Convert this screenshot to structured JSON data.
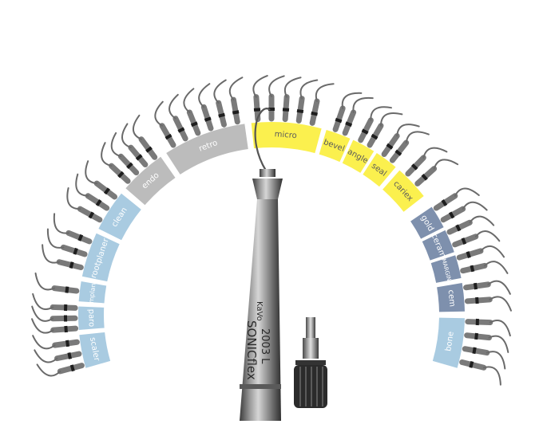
{
  "colors": {
    "blue": "#a9cbe1",
    "blue_text": "#ffffff",
    "gray": "#bcbcbc",
    "gray_text": "#ffffff",
    "yellow": "#fbf04e",
    "yellow_text": "#5b5b5b",
    "slate": "#7e90ad",
    "slate_text": "#ffffff"
  },
  "labels": {
    "scaler": "scaler",
    "paro": "paro",
    "implant": "implant",
    "rootplaner": "rootplaner",
    "clean": "clean",
    "endo": "endo",
    "retro": "retro",
    "micro": "micro",
    "bevel": "bevel",
    "angle": "angle",
    "seal": "seal",
    "cariex": "cariex",
    "gold": "gold",
    "ceram": "ceram",
    "margin": "MARGIN",
    "cem": "cem",
    "bone": "bone"
  },
  "handpiece": {
    "brand": "SONICflex",
    "model": "2003 L",
    "logo": "KaVo"
  }
}
